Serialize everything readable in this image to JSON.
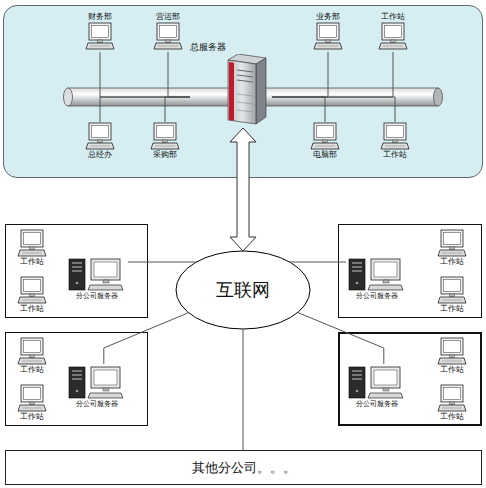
{
  "diagram": {
    "nodes": [
      {
        "text": []
      },
      {
        "text": [
          "财务部"
        ],
        "in": 0
      },
      {
        "text": [
          "营运部"
        ],
        "in": 0
      },
      {
        "text": [
          "业务部"
        ],
        "in": 0
      },
      {
        "text": [
          "工作站"
        ],
        "in": 0
      },
      {
        "text": [
          "总经办"
        ],
        "in": 0
      },
      {
        "text": [
          "采购部"
        ],
        "in": 0
      },
      {
        "text": [
          "电脑部"
        ],
        "in": 0
      },
      {
        "text": [
          "工作站"
        ],
        "in": 0
      },
      {
        "text": [
          "总服务器"
        ],
        "in": 0
      },
      {
        "text": [
          "互联网"
        ]
      },
      {
        "text": []
      },
      {
        "text": [
          "工作站"
        ],
        "in": 11
      },
      {
        "text": [
          "工作站"
        ],
        "in": 11
      },
      {
        "text": [
          "分公司服务器"
        ],
        "in": 11
      },
      {
        "text": []
      },
      {
        "text": [
          "分公司服务器"
        ],
        "in": 15
      },
      {
        "text": [
          "工作站"
        ],
        "in": 15
      },
      {
        "text": [
          "工作站"
        ],
        "in": 15
      },
      {
        "text": []
      },
      {
        "text": [
          "工作站"
        ],
        "in": 19
      },
      {
        "text": [
          "工作站"
        ],
        "in": 19
      },
      {
        "text": [
          "分公司服务器"
        ],
        "in": 19
      },
      {
        "text": []
      },
      {
        "text": [
          "分公司服务器"
        ],
        "in": 23
      },
      {
        "text": [
          "工作站"
        ],
        "in": 23
      },
      {
        "text": [
          "工作站"
        ],
        "in": 23
      },
      {
        "text": [
          "其他分公司。。。"
        ]
      }
    ],
    "edges": [
      {
        "from": 1,
        "to": 9,
        "arrow": "none"
      },
      {
        "from": 2,
        "to": 9,
        "arrow": "none"
      },
      {
        "from": 3,
        "to": 9,
        "arrow": "none"
      },
      {
        "from": 4,
        "to": 9,
        "arrow": "none"
      },
      {
        "from": 5,
        "to": 9,
        "arrow": "none"
      },
      {
        "from": 6,
        "to": 9,
        "arrow": "none"
      },
      {
        "from": 7,
        "to": 9,
        "arrow": "none"
      },
      {
        "from": 8,
        "to": 9,
        "arrow": "none"
      },
      {
        "from": 9,
        "to": 10,
        "arrow": "both"
      },
      {
        "from": 10,
        "to": 14,
        "arrow": "none"
      },
      {
        "from": 10,
        "to": 16,
        "arrow": "none"
      },
      {
        "from": 10,
        "to": 22,
        "arrow": "none"
      },
      {
        "from": 10,
        "to": 24,
        "arrow": "none"
      },
      {
        "from": 10,
        "to": 27,
        "arrow": "none"
      }
    ]
  }
}
